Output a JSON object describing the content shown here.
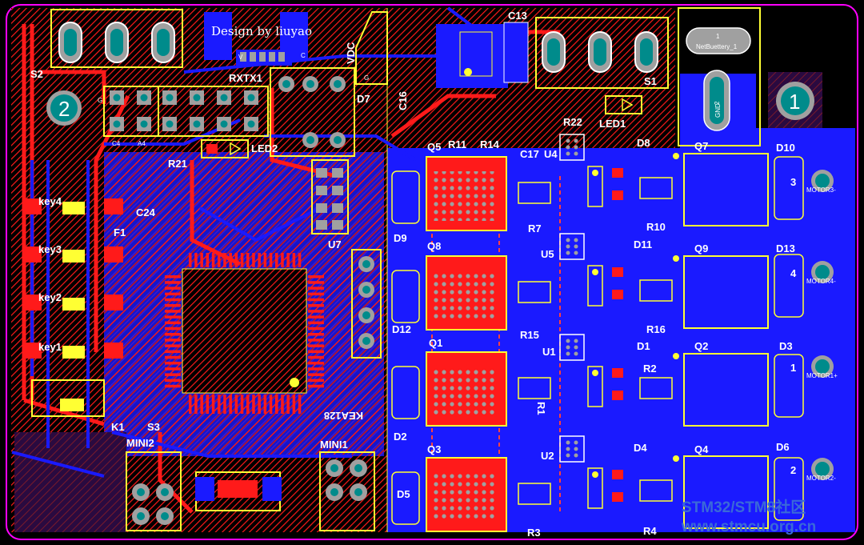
{
  "colors": {
    "background": "#000000",
    "copper_top": "#ff1a1a",
    "copper_bottom": "#1a1aff",
    "silkscreen": "#ffff33",
    "pad": "#a0a0a0",
    "via_fill": "#008b8b",
    "outline": "#ff00ff"
  },
  "design_credit": "Design by liuyao",
  "labels": {
    "S2": "S2",
    "S1": "S1",
    "S3": "S3",
    "RXTX1": "RXTX1",
    "D7": "D7",
    "VDC": "VDC",
    "G1": "G",
    "G2": "G",
    "V": "V",
    "C_top": "C",
    "C13": "C13",
    "C16": "C16",
    "Q5": "Q5",
    "R11": "R11",
    "R14": "R14",
    "R22": "R22",
    "LED1": "LED1",
    "LED2": "LED2",
    "D8": "D8",
    "Q7": "Q7",
    "D10": "D10",
    "C17": "C17",
    "U4": "U4",
    "R21": "R21",
    "F1": "F1",
    "C24": "C24",
    "key4": "key4",
    "key3": "key3",
    "key2": "key2",
    "key1": "key1",
    "K1": "K1",
    "MINI2": "MINI2",
    "MINI1": "MINI1",
    "KEA128": "KEA128",
    "U7": "U7",
    "D9": "D9",
    "Q8": "Q8",
    "R7": "R7",
    "U5": "U5",
    "D11": "D11",
    "R10": "R10",
    "Q9": "Q9",
    "D13": "D13",
    "D12": "D12",
    "R15": "R15",
    "R16": "R16",
    "Q1": "Q1",
    "U1": "U1",
    "D1": "D1",
    "R2": "R2",
    "Q2": "Q2",
    "D3": "D3",
    "D2": "D2",
    "R1": "R1",
    "Q3": "Q3",
    "U2": "U2",
    "D4": "D4",
    "Q4": "Q4",
    "D6": "D6",
    "D5": "D5",
    "R3": "R3",
    "R4": "R4",
    "C4": "C4",
    "A4": "A4"
  },
  "mount_holes": {
    "left": "2",
    "right": "1"
  },
  "netbattery": {
    "pad1_num": "1",
    "pad1_name": "NetBuettery_1",
    "pad2_num": "2",
    "pad2_name": "GND"
  },
  "motors": [
    {
      "id": "m3",
      "num": "3",
      "label": "MOTOR3-"
    },
    {
      "id": "m4",
      "num": "4",
      "label": "MOTOR4-"
    },
    {
      "id": "m1",
      "num": "1",
      "label": "MOTOR1+"
    },
    {
      "id": "m2",
      "num": "2",
      "label": "MOTOR2-"
    }
  ],
  "watermark": {
    "line1": "STM32/STM8社区",
    "line2": "www.stmcu.org.cn"
  }
}
